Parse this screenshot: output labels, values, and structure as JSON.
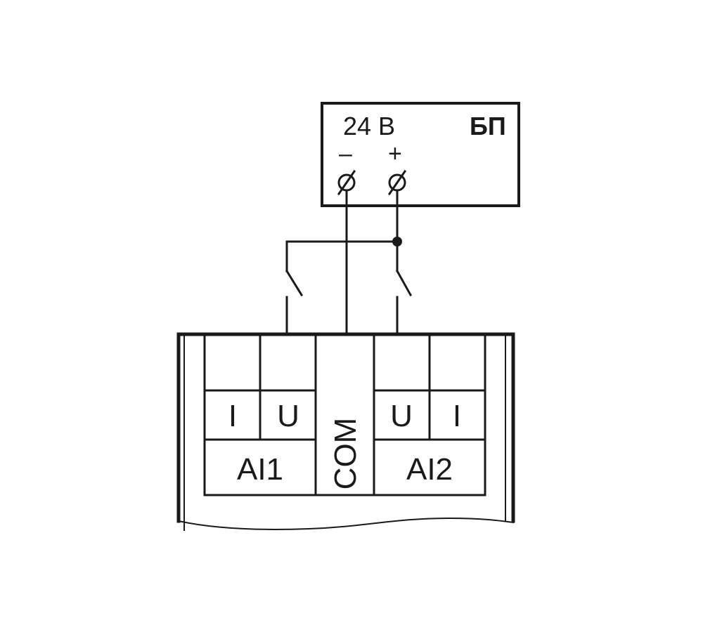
{
  "power_supply": {
    "voltage": "24 В",
    "name": "БП",
    "minus": "–",
    "plus": "+"
  },
  "terminal_block": {
    "ai1": {
      "current_label": "I",
      "voltage_label": "U",
      "group_label": "AI1"
    },
    "com_label": "COM",
    "ai2": {
      "voltage_label": "U",
      "current_label": "I",
      "group_label": "AI2"
    }
  },
  "colors": {
    "line": "#1a1a1a",
    "background": "#ffffff"
  }
}
